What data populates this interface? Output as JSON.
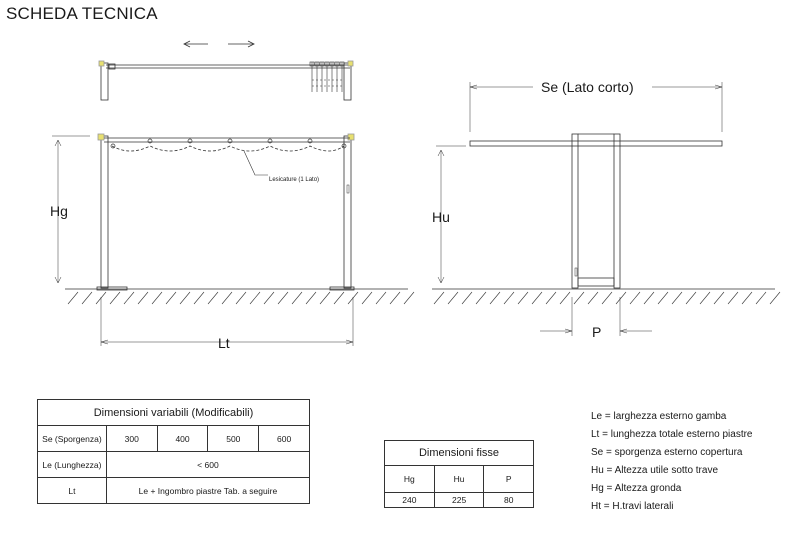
{
  "title": "SCHEDA TECNICA",
  "front_view": {
    "height_label": "Hg",
    "length_label": "Lt",
    "callout": "Lesicature (1 Lato)"
  },
  "side_view": {
    "span_label": "Se (Lato corto)",
    "height_label": "Hu",
    "depth_label": "P"
  },
  "variable_table": {
    "title": "Dimensioni variabili (Modificabili)",
    "rows": [
      {
        "label": "Se (Sporgenza)",
        "values": [
          "300",
          "400",
          "500",
          "600"
        ]
      },
      {
        "label": "Le (Lunghezza)",
        "value": "< 600"
      },
      {
        "label": "Lt",
        "value": "Le + Ingombro piastre Tab. a seguire"
      }
    ]
  },
  "fixed_table": {
    "title": "Dimensioni fisse",
    "headers": [
      "Hg",
      "Hu",
      "P"
    ],
    "values": [
      "240",
      "225",
      "80"
    ]
  },
  "legend": [
    "Le = larghezza esterno gamba",
    "Lt = lunghezza totale esterno piastre",
    "Se = sporgenza esterno copertura",
    "Hu = Altezza utile sotto trave",
    "Hg = Altezza gronda",
    "Ht = H.travi laterali"
  ]
}
